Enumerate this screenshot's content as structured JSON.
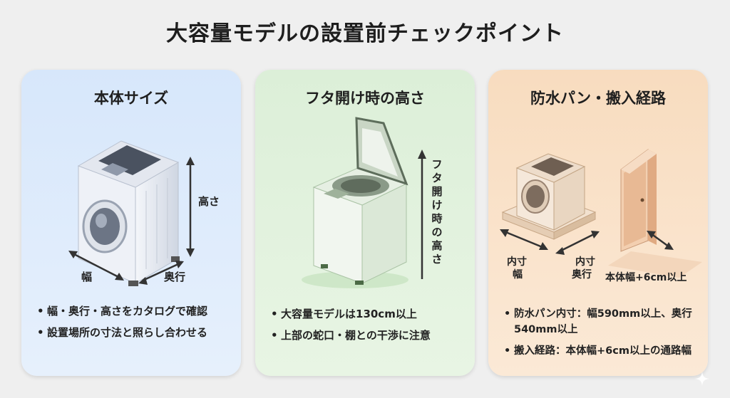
{
  "page": {
    "title": "大容量モデルの設置前チェックポイント"
  },
  "cards": [
    {
      "title": "本体サイズ",
      "labels": {
        "height": "高さ",
        "width": "幅",
        "depth": "奥行"
      },
      "bullets": [
        "幅・奥行・高さをカタログで確認",
        "設置場所の寸法と照らし合わせる"
      ]
    },
    {
      "title": "フタ開け時の高さ",
      "labels": {
        "lid_height": "フタ開け時の高さ"
      },
      "bullets": [
        "大容量モデルは130cm以上",
        "上部の蛇口・棚との干渉に注意"
      ]
    },
    {
      "title": "防水パン・搬入経路",
      "labels": {
        "inner_width_1": "内寸",
        "inner_width_2": "幅",
        "inner_depth_1": "内寸",
        "inner_depth_2": "奥行",
        "passage": "本体幅+6cm以上"
      },
      "bullets": [
        "防水パン内寸：幅590mm以上、奥行540mm以上",
        "搬入経路：本体幅+6cm以上の通路幅"
      ]
    }
  ],
  "colors": {
    "card1_bg": "#d7e7fb",
    "card2_bg": "#dcefd8",
    "card3_bg": "#f8dcbf"
  },
  "icons": [
    "drum-washer-icon",
    "top-loader-washer-icon",
    "waterproof-pan-icon",
    "door-icon",
    "sparkle-icon"
  ]
}
